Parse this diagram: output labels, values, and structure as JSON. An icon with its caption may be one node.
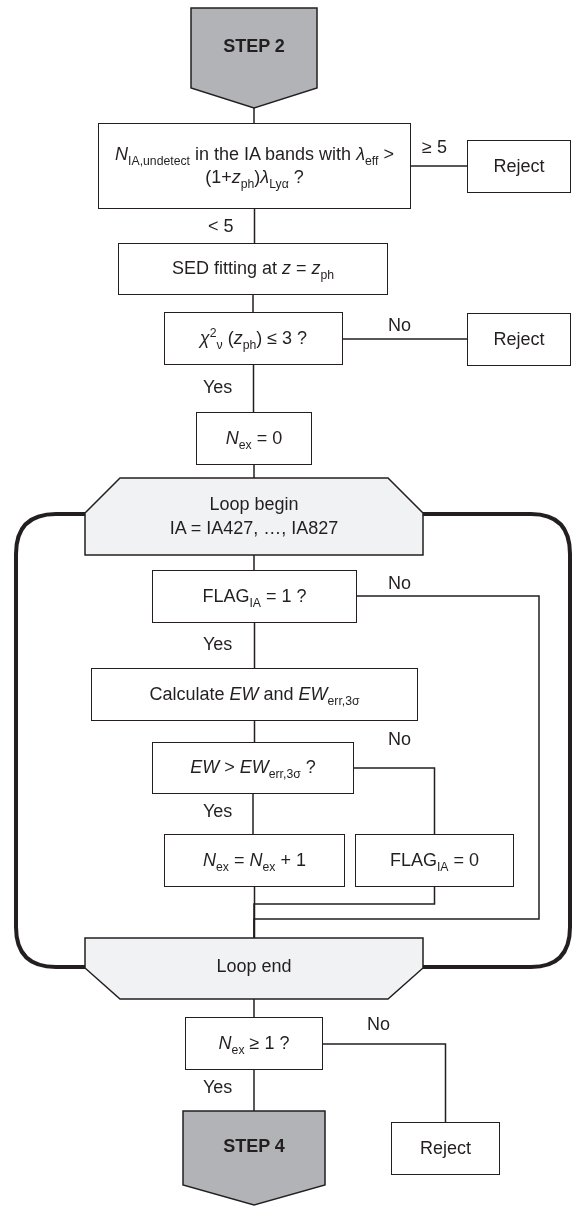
{
  "diagram": {
    "nodes": [
      {
        "text": [
          "STEP 2"
        ]
      },
      {
        "text": [
          "*N*$_{IA,undetect}$ in the IA bands with *λ*$_{eff}$ > (1+*z*$_{ph}$)*λ*$_{Lyα}$ ?"
        ]
      },
      {
        "text": [
          "Reject"
        ]
      },
      {
        "text": [
          "SED fitting at *z* = *z*$_{ph}$"
        ]
      },
      {
        "text": [
          "*χ*$^{2}$$_{ν}$ (*z*$_{ph}$) ≤ 3 ?"
        ]
      },
      {
        "text": [
          "Reject"
        ]
      },
      {
        "text": [
          "*N*$_{ex}$ = 0"
        ]
      },
      {
        "text": [
          "Loop begin",
          "IA = IA427, …, IA827"
        ]
      },
      {
        "text": [
          "FLAG$_{IA}$ = 1 ?"
        ]
      },
      {
        "text": [
          "Calculate *EW* and *EW*$_{err,3σ}$"
        ]
      },
      {
        "text": [
          "*EW* > *EW*$_{err,3σ}$ ?"
        ]
      },
      {
        "text": [
          "*N*$_{ex}$ = *N*$_{ex}$ + 1"
        ]
      },
      {
        "text": [
          "FLAG$_{IA}$ = 0"
        ]
      },
      {
        "text": [
          "Loop end"
        ]
      },
      {
        "text": [
          "*N*$_{ex}$ ≥ 1 ?"
        ]
      },
      {
        "text": [
          "STEP 4"
        ]
      },
      {
        "text": [
          "Reject"
        ]
      }
    ],
    "edges": [
      {
        "from": 0,
        "to": 1,
        "arrow": "none"
      },
      {
        "from": 1,
        "to": 2,
        "arrow": "none",
        "label": "≥ 5"
      },
      {
        "from": 1,
        "to": 3,
        "arrow": "none",
        "label": "< 5"
      },
      {
        "from": 3,
        "to": 4,
        "arrow": "none"
      },
      {
        "from": 4,
        "to": 5,
        "arrow": "none",
        "label": "No"
      },
      {
        "from": 4,
        "to": 6,
        "arrow": "none",
        "label": "Yes"
      },
      {
        "from": 6,
        "to": 7,
        "arrow": "none"
      },
      {
        "from": 7,
        "to": 8,
        "arrow": "none"
      },
      {
        "from": 8,
        "to": 9,
        "arrow": "none",
        "label": "Yes"
      },
      {
        "from": 8,
        "to": 13,
        "arrow": "none",
        "label": "No"
      },
      {
        "from": 9,
        "to": 10,
        "arrow": "none"
      },
      {
        "from": 10,
        "to": 11,
        "arrow": "none",
        "label": "Yes"
      },
      {
        "from": 10,
        "to": 12,
        "arrow": "none",
        "label": "No"
      },
      {
        "from": 11,
        "to": 13,
        "arrow": "none"
      },
      {
        "from": 12,
        "to": 13,
        "arrow": "none"
      },
      {
        "from": 13,
        "to": 14,
        "arrow": "none"
      },
      {
        "from": 14,
        "to": 15,
        "arrow": "none",
        "label": "Yes"
      },
      {
        "from": 14,
        "to": 16,
        "arrow": "none",
        "label": "No"
      },
      {
        "from": 7,
        "to": 13,
        "arrow": "none",
        "style": "thick"
      },
      {
        "from": 7,
        "to": 13,
        "arrow": "none",
        "style": "thick"
      }
    ]
  }
}
